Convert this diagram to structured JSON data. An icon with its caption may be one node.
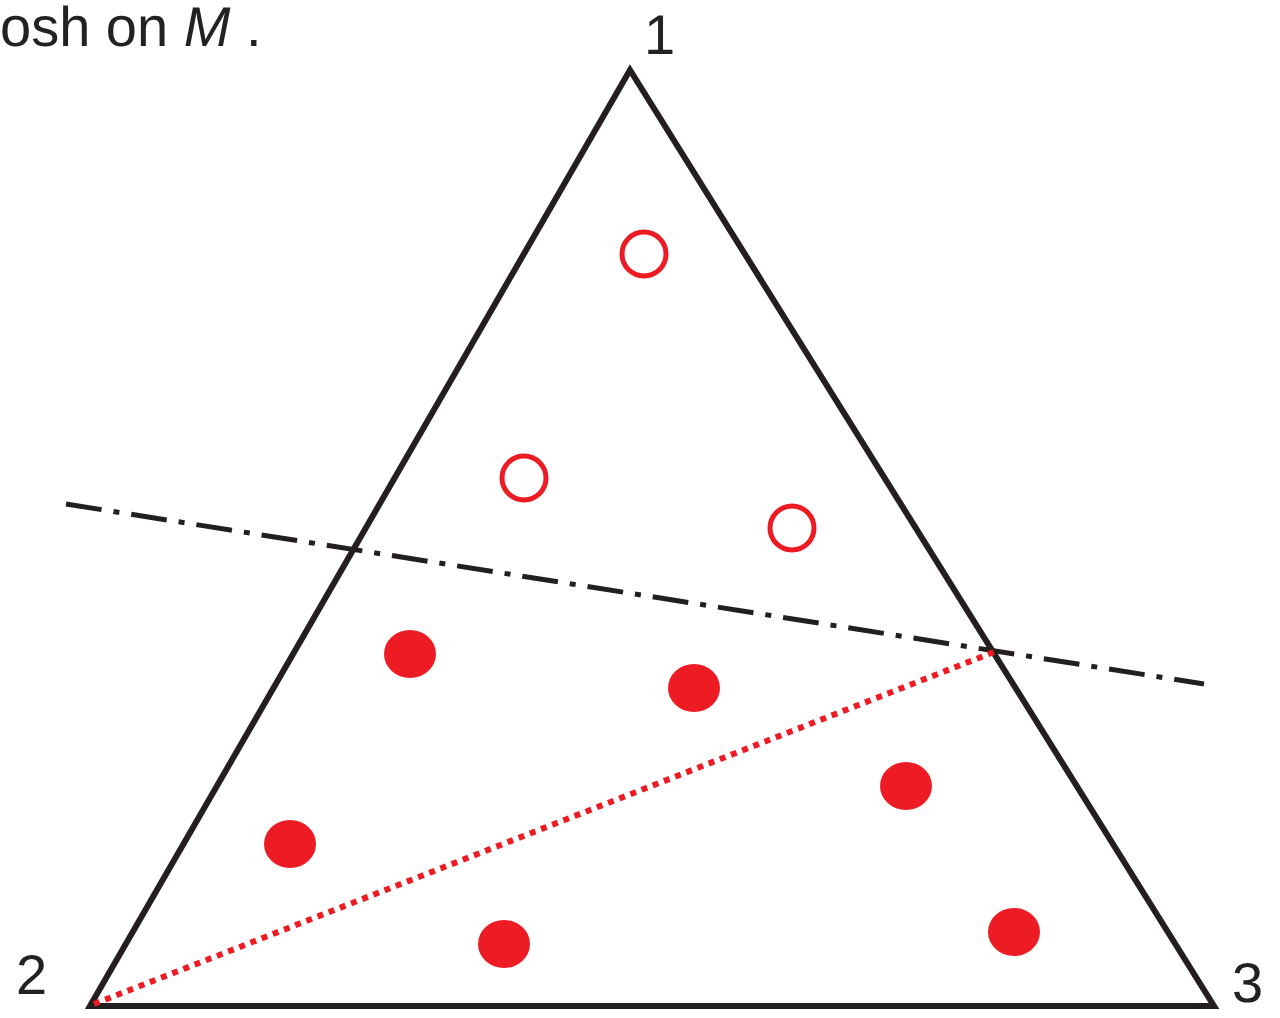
{
  "diagram": {
    "labels": [
      "osh on *M* .",
      "1",
      "2",
      "3"
    ]
  }
}
